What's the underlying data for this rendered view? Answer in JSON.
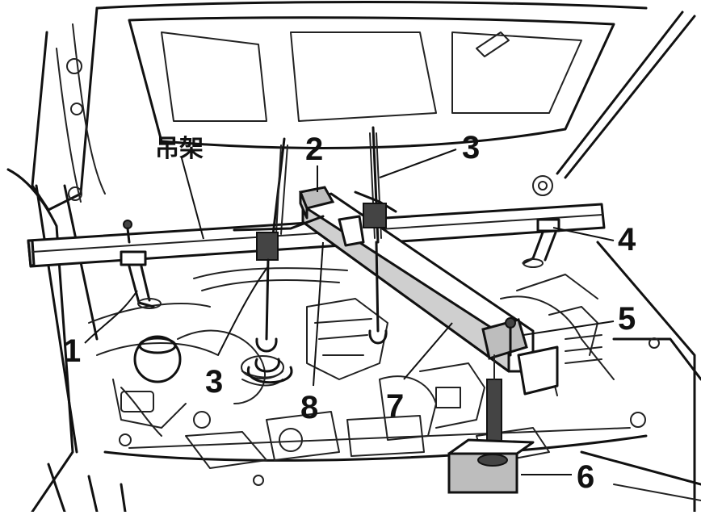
{
  "figure": {
    "frame_label": "吊架",
    "callouts": {
      "c1": "1",
      "c2": "2",
      "c3_top": "3",
      "c3_bottom": "3",
      "c4": "4",
      "c5": "5",
      "c6": "6",
      "c7": "7",
      "c8": "8"
    }
  }
}
